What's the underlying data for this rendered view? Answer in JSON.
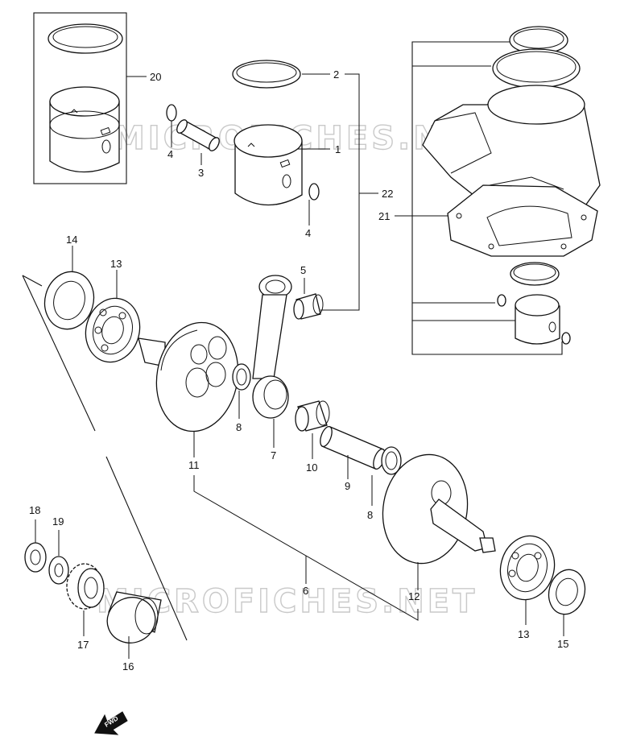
{
  "watermark": "MICROFICHES.NET",
  "fwd_label": "FWD",
  "labels": {
    "p1": "1",
    "p2": "2",
    "p3": "3",
    "p4a": "4",
    "p4b": "4",
    "p5": "5",
    "p6": "6",
    "p7": "7",
    "p8a": "8",
    "p8b": "8",
    "p9": "9",
    "p10": "10",
    "p11": "11",
    "p12": "12",
    "p13a": "13",
    "p13b": "13",
    "p14": "14",
    "p15": "15",
    "p16": "16",
    "p17": "17",
    "p18": "18",
    "p19": "19",
    "p20": "20",
    "p21": "21",
    "p22": "22"
  }
}
